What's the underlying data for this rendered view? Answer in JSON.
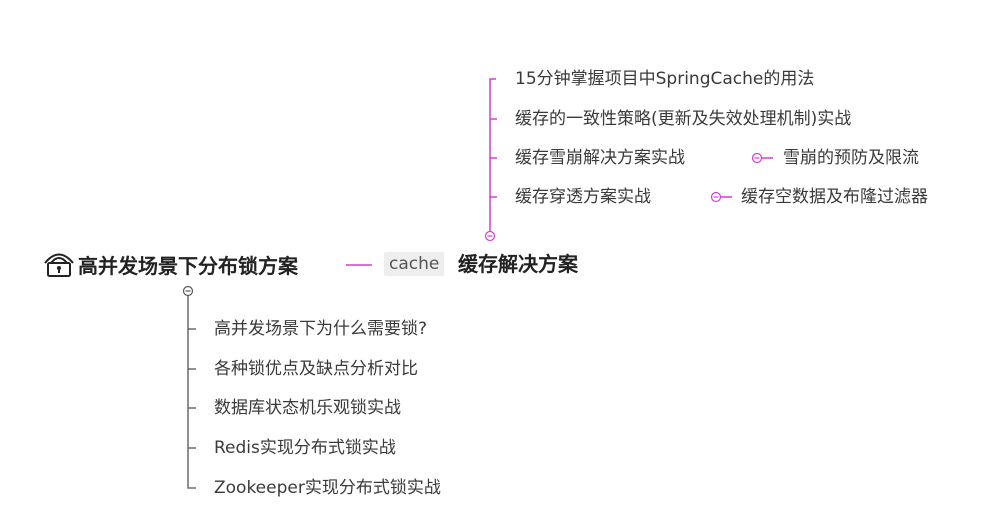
{
  "root": {
    "label": "高并发场景下分布锁方案",
    "icon": "lock-icon"
  },
  "main": {
    "tag": "cache",
    "label": "缓存解决方案"
  },
  "cache_children": [
    {
      "label": "15分钟掌握项目中SpringCache的用法"
    },
    {
      "label": "缓存的一致性策略(更新及失效处理机制)实战"
    },
    {
      "label": "缓存雪崩解决方案实战",
      "child": "雪崩的预防及限流"
    },
    {
      "label": "缓存穿透方案实战",
      "child": "缓存空数据及布隆过滤器"
    }
  ],
  "lock_children": [
    {
      "label": "高并发场景下为什么需要锁?"
    },
    {
      "label": "各种锁优点及缺点分析对比"
    },
    {
      "label": "数据库状态机乐观锁实战"
    },
    {
      "label": "Redis实现分布式锁实战"
    },
    {
      "label": "Zookeeper实现分布式锁实战"
    }
  ],
  "colors": {
    "cache_branch": "#d63cd6",
    "lock_branch": "#555555"
  }
}
